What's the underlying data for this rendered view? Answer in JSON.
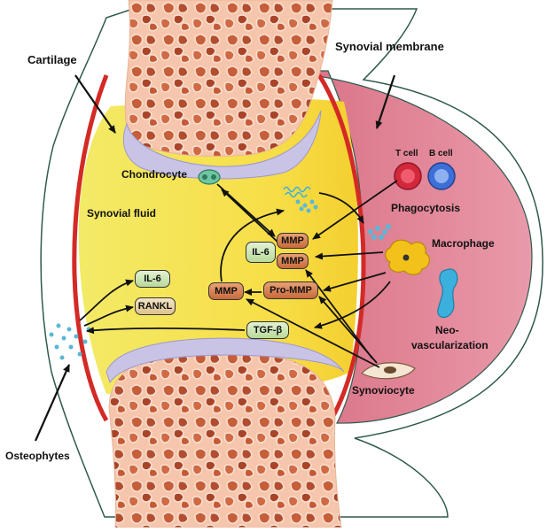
{
  "labels": {
    "cartilage": "Cartilage",
    "synovial_membrane": "Synovial membrane",
    "chondrocyte": "Chondrocyte",
    "synovial_fluid": "Synovial fluid",
    "t_cell": "T cell",
    "b_cell": "B cell",
    "phagocytosis": "Phagocytosis",
    "macrophage": "Macrophage",
    "neovascularization_line1": "Neo-",
    "neovascularization_line2": "vascularization",
    "synoviocyte": "Synoviocyte",
    "osteophytes": "Osteophytes"
  },
  "boxes": {
    "il6_center": "IL-6",
    "mmp_top": "MMP",
    "mmp_bottom": "MMP",
    "mmp_left": "MMP",
    "pro_mmp": "Pro-MMP",
    "il6_left": "IL-6",
    "rankl": "RANKL",
    "tgf_beta": "TGF-β"
  },
  "colors": {
    "synovial_fluid": "#f5df45",
    "synovial_membrane": "#e8889a",
    "capsule_outline": "#2f5a4c",
    "red_border": "#d42a26",
    "cartilage": "#c9c4e6",
    "bone": "#f0b89b",
    "t_cell": "#d3283c",
    "b_cell": "#3d6fd8",
    "macrophage": "#f2c21a",
    "vessel": "#3bb0dd",
    "particles": "#5ab7d6"
  }
}
